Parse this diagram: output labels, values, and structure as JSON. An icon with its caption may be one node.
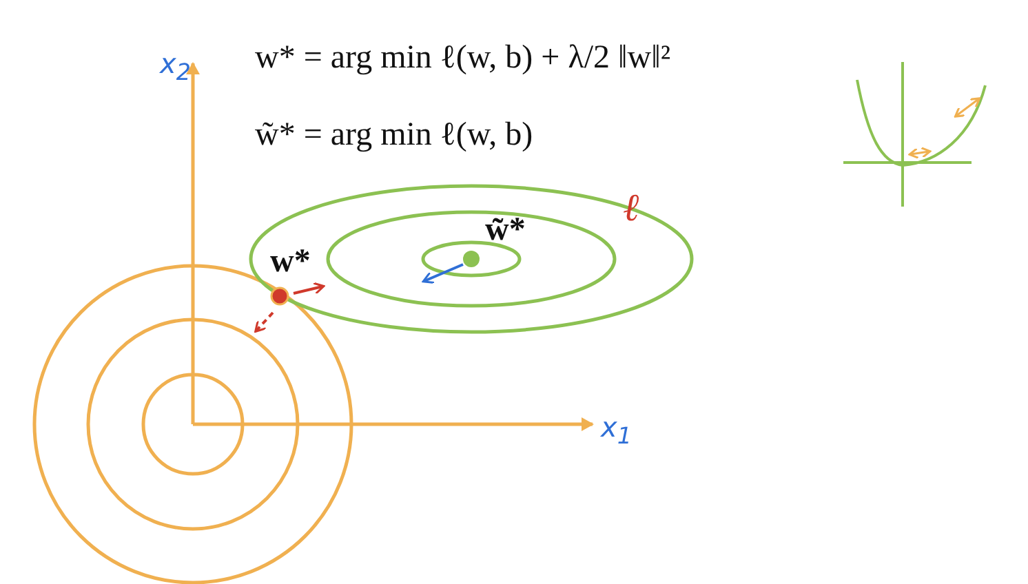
{
  "diagram": {
    "labels": [
      "x$_{2}$",
      "w* = arg min  ℓ(w, b) + λ/2 ‖w‖²",
      "w̃* = arg min  ℓ(w, b)",
      "ℓ",
      "w̃*",
      "w*",
      "x$_{1}$"
    ]
  }
}
